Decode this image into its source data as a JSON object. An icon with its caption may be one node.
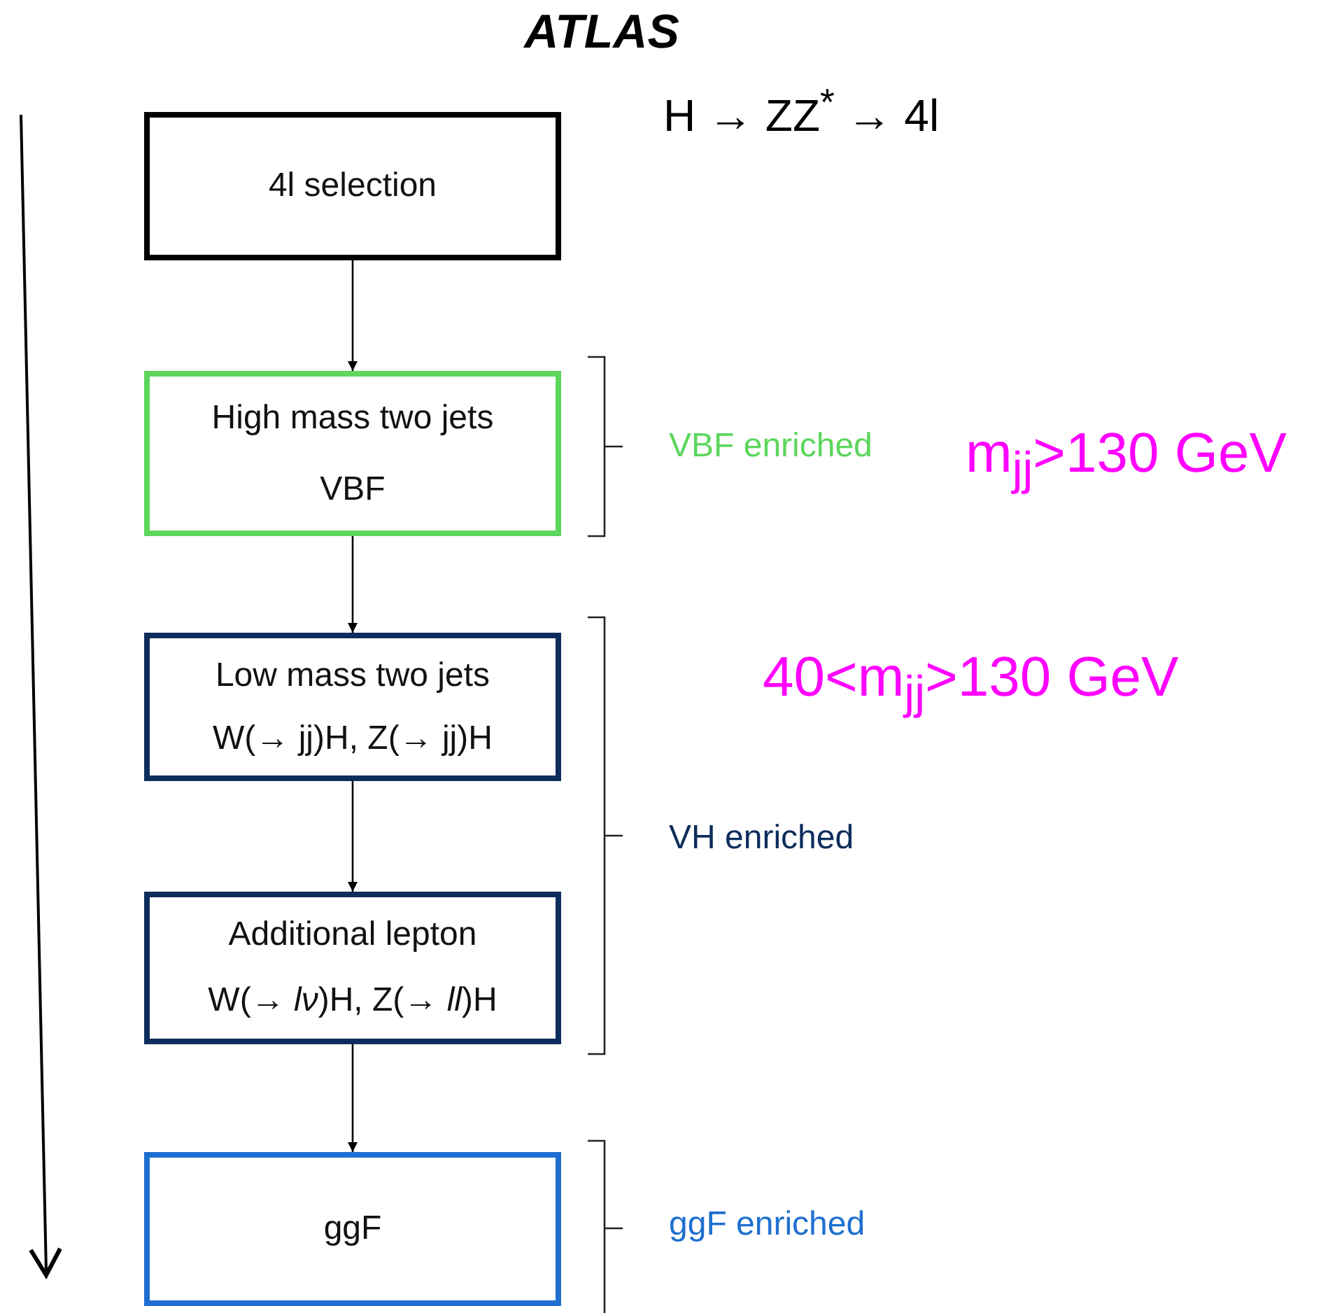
{
  "diagram": {
    "title": "ATLAS",
    "nodes": [
      {
        "text": [
          "4l selection"
        ]
      },
      {
        "text": [
          "High mass two jets",
          "VBF"
        ]
      },
      {
        "text": [
          "Low mass two jets",
          "W(→ jj)H, Z(→ jj)H"
        ]
      },
      {
        "text": [
          "Additional lepton",
          "W(→ *lν*)H, Z(→ *ll*)H"
        ]
      },
      {
        "text": [
          "ggF"
        ]
      }
    ],
    "edges": [
      {
        "from": 0,
        "to": 1,
        "arrow": "to"
      },
      {
        "from": 1,
        "to": 2,
        "arrow": "to"
      },
      {
        "from": 2,
        "to": 3,
        "arrow": "to"
      },
      {
        "from": 3,
        "to": 4,
        "arrow": "to"
      }
    ],
    "labels": [
      "H → ZZ$^{*}$ → 4l",
      "VBF enriched",
      "m$_{jj}$>130 GeV",
      "40<m$_{jj}$>130 GeV",
      "VH enriched",
      "ggF enriched"
    ]
  }
}
